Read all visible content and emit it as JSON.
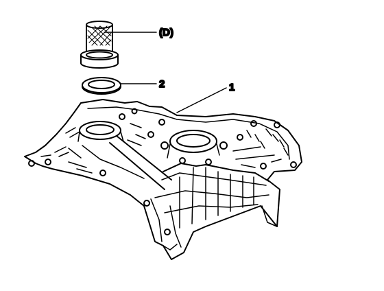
{
  "diagram": {
    "callouts": {
      "tool": "(D)",
      "seal": "2",
      "cover": "1"
    }
  }
}
